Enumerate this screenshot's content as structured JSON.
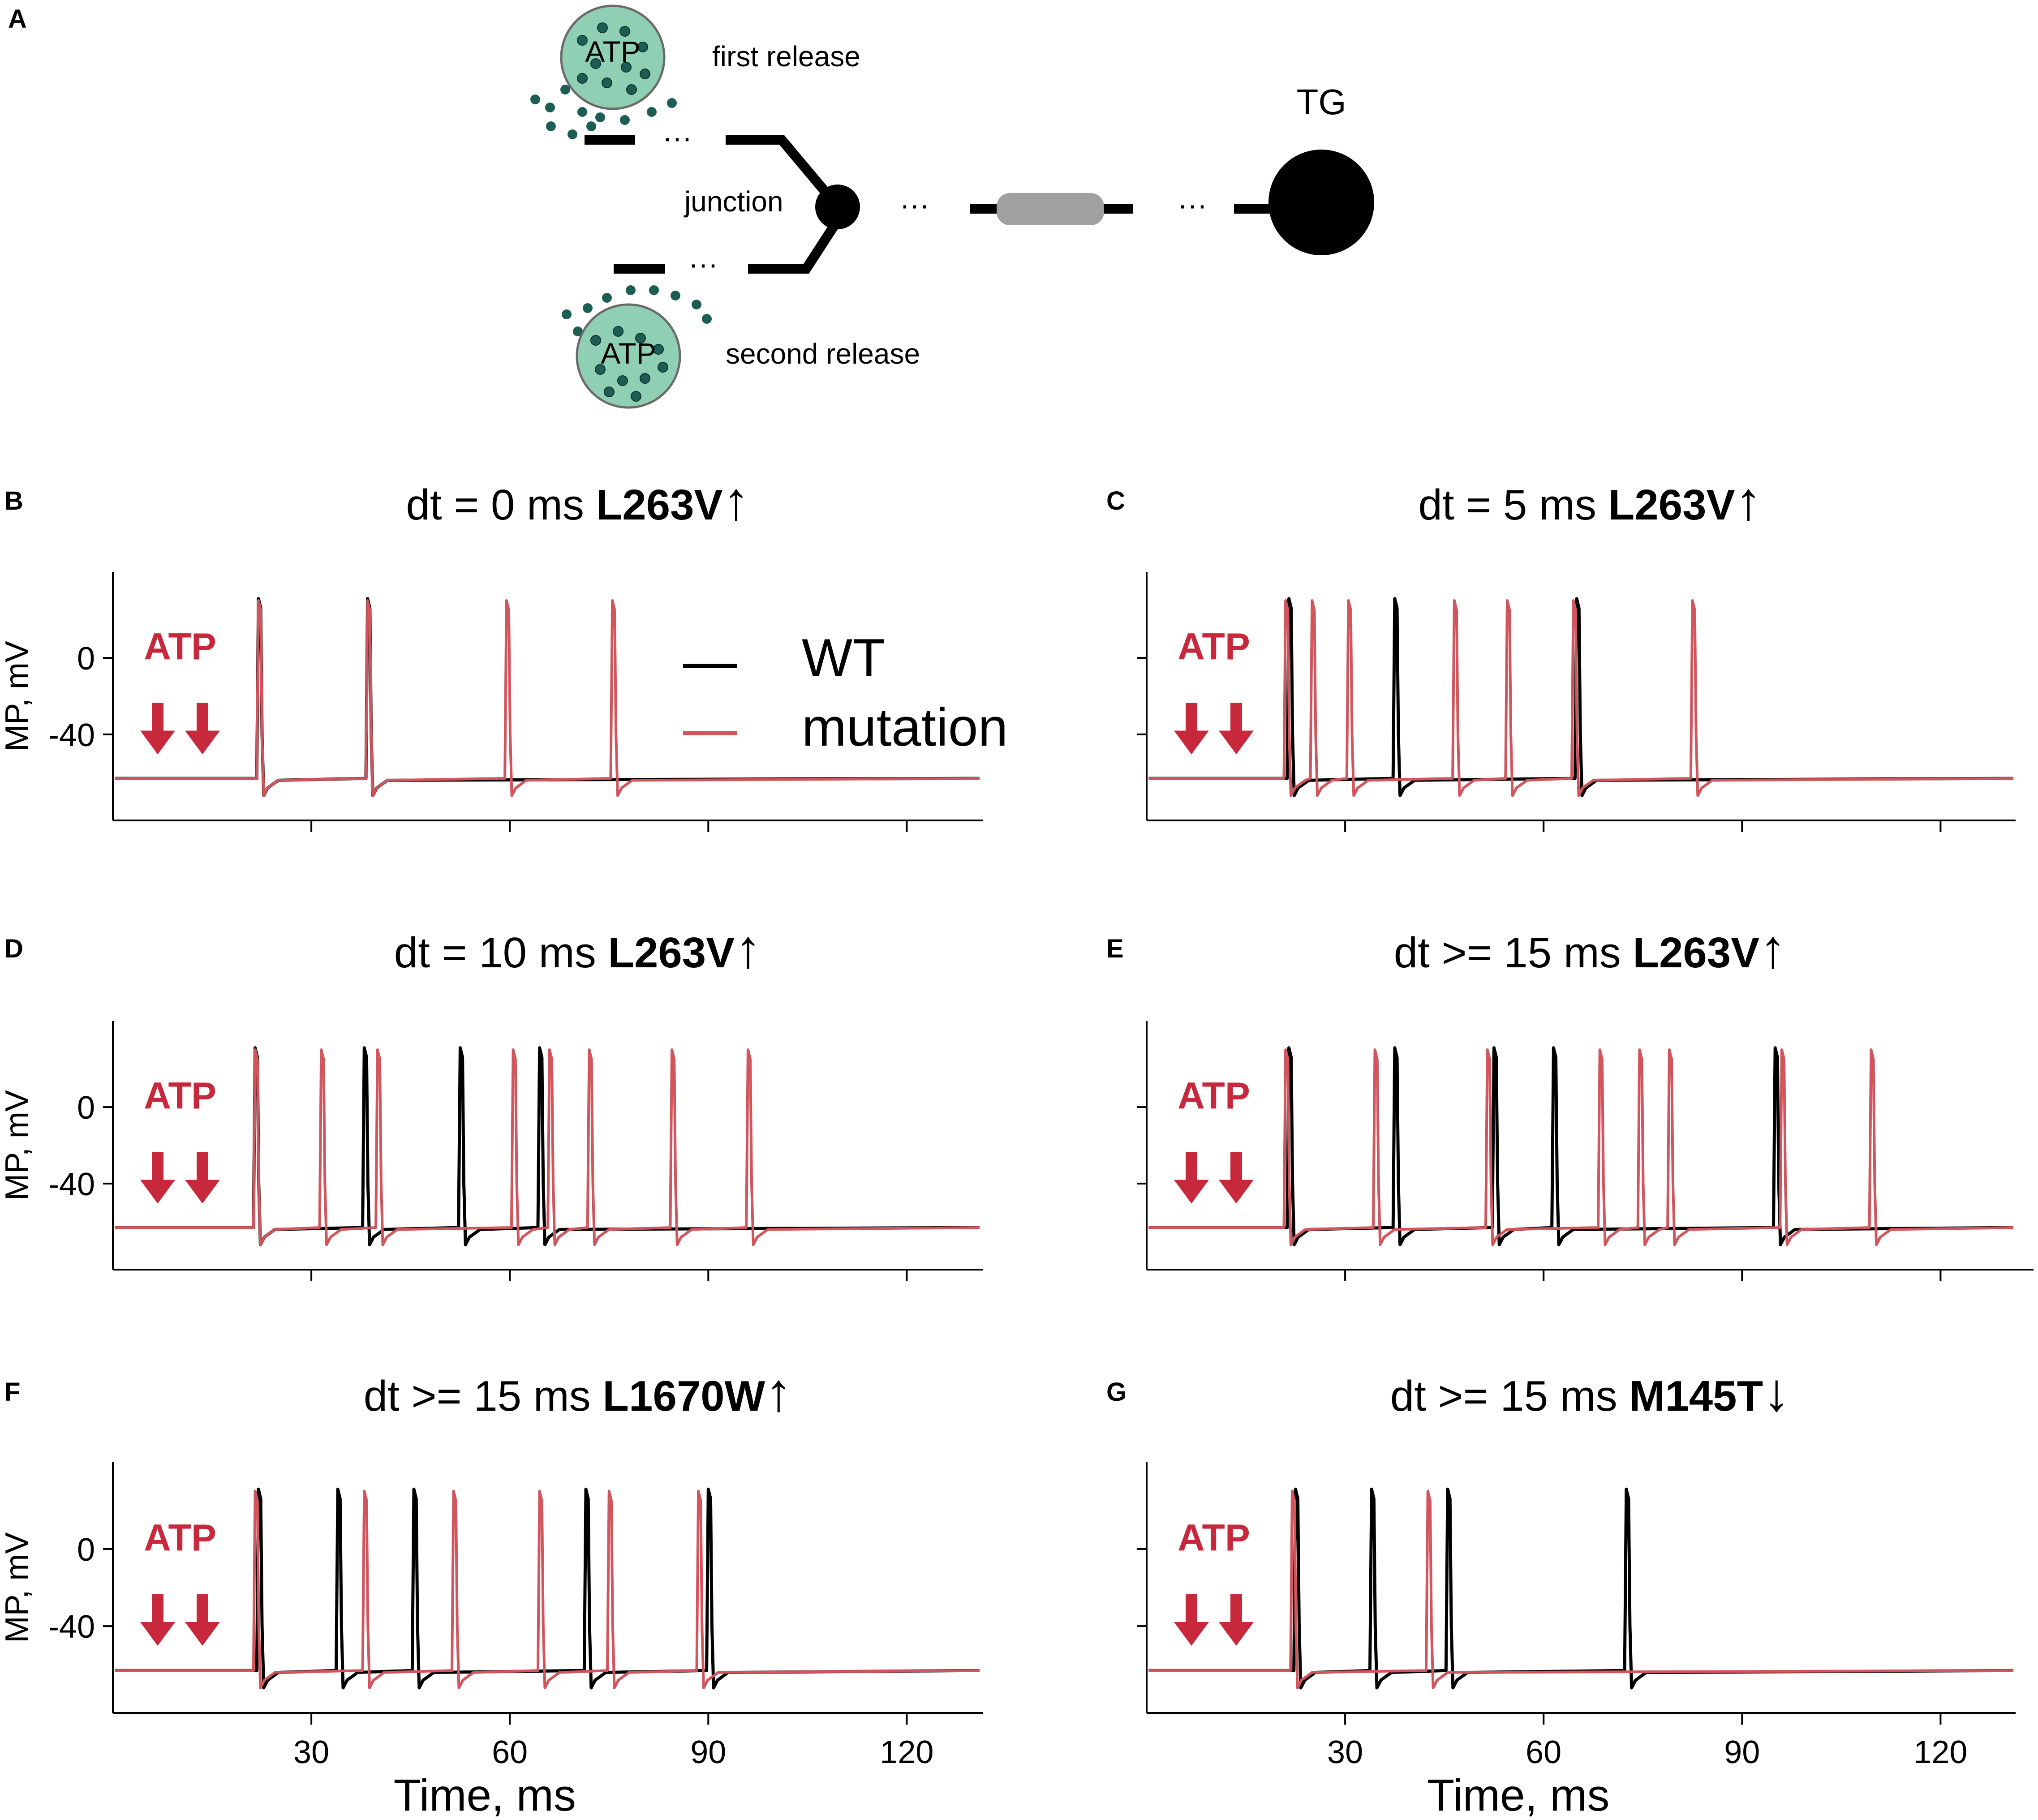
{
  "colors": {
    "wt": "#000000",
    "mutation": "#d0555d",
    "atp_marker": "#c8283c",
    "vesicle_fill": "#8fd0b4",
    "dots": "#1d5e54",
    "axon": "#a0a0a0"
  },
  "panel_a": {
    "letter": "A",
    "vesicle_label": "ATP",
    "first_release": "first release",
    "second_release": "second release",
    "junction": "junction",
    "tg": "TG",
    "ellipsis": "···"
  },
  "legend": {
    "wt": "WT",
    "mutation": "mutation"
  },
  "stim_label": "ATP",
  "chart_data": [
    {
      "panel": "B",
      "type": "line",
      "title": "dt = 0 ms",
      "mutation": "L263V",
      "arrow": "↑",
      "xlim": [
        0,
        132
      ],
      "ylim": [
        -85,
        45
      ],
      "yticks": [
        0,
        -40
      ],
      "ylabel": "MP, mV",
      "xticks": [
        30,
        60,
        90,
        120
      ],
      "xlabel": "",
      "xtick_labels": false,
      "series": [
        {
          "name": "WT",
          "spikes": [
            22,
            38.5
          ]
        },
        {
          "name": "mutation",
          "spikes": [
            22,
            38.5,
            59.5,
            75.5
          ]
        }
      ]
    },
    {
      "panel": "C",
      "type": "line",
      "title": "dt = 5 ms",
      "mutation": "L263V",
      "arrow": "↑",
      "xlim": [
        0,
        132
      ],
      "ylim": [
        -85,
        45
      ],
      "yticks": [
        0,
        -40
      ],
      "ylabel": "",
      "xticks": [
        30,
        60,
        90,
        120
      ],
      "xlabel": "",
      "xtick_labels": false,
      "series": [
        {
          "name": "WT",
          "spikes": [
            21.5,
            37.5,
            65
          ]
        },
        {
          "name": "mutation",
          "spikes": [
            21,
            25,
            30.5,
            46.5,
            54.5,
            64.5,
            82.5
          ]
        }
      ]
    },
    {
      "panel": "D",
      "type": "line",
      "title": "dt = 10 ms",
      "mutation": "L263V",
      "arrow": "↑",
      "xlim": [
        0,
        132
      ],
      "ylim": [
        -85,
        45
      ],
      "yticks": [
        0,
        -40
      ],
      "ylabel": "MP, mV",
      "xticks": [
        30,
        60,
        90,
        120
      ],
      "xlabel": "",
      "xtick_labels": false,
      "series": [
        {
          "name": "WT",
          "spikes": [
            21.5,
            38,
            52.5,
            64.5
          ]
        },
        {
          "name": "mutation",
          "spikes": [
            21.5,
            31.5,
            40,
            60.5,
            66,
            72,
            84.5,
            96
          ]
        }
      ]
    },
    {
      "panel": "E",
      "type": "line",
      "title": "dt >= 15 ms",
      "mutation": "L263V",
      "arrow": "↑",
      "xlim": [
        0,
        132
      ],
      "ylim": [
        -85,
        45
      ],
      "yticks": [
        0,
        -40
      ],
      "ylabel": "",
      "xticks": [
        30,
        60,
        90,
        120
      ],
      "xlabel": "",
      "xtick_labels": false,
      "series": [
        {
          "name": "WT",
          "spikes": [
            21.5,
            37.5,
            52.5,
            61.5,
            95
          ]
        },
        {
          "name": "mutation",
          "spikes": [
            21,
            34.5,
            51.5,
            68.5,
            74.5,
            79,
            96,
            109.5
          ]
        }
      ]
    },
    {
      "panel": "F",
      "type": "line",
      "title": "dt >= 15 ms",
      "mutation": "L1670W",
      "arrow": "↑",
      "xlim": [
        0,
        132
      ],
      "ylim": [
        -85,
        45
      ],
      "yticks": [
        0,
        -40
      ],
      "ylabel": "MP, mV",
      "xticks": [
        30,
        60,
        90,
        120
      ],
      "xlabel": "Time, ms",
      "xtick_labels": true,
      "series": [
        {
          "name": "WT",
          "spikes": [
            22,
            34,
            45.5,
            71.5,
            90
          ]
        },
        {
          "name": "mutation",
          "spikes": [
            21.5,
            38,
            51.5,
            64.5,
            75,
            88.5
          ]
        }
      ]
    },
    {
      "panel": "G",
      "type": "line",
      "title": "dt >= 15 ms",
      "mutation": "M145T",
      "arrow": "↓",
      "xlim": [
        0,
        132
      ],
      "ylim": [
        -85,
        45
      ],
      "yticks": [
        0,
        -40
      ],
      "ylabel": "",
      "xticks": [
        30,
        60,
        90,
        120
      ],
      "xlabel": "Time, ms",
      "xtick_labels": true,
      "series": [
        {
          "name": "WT",
          "spikes": [
            22.5,
            34,
            45.5,
            72.5
          ]
        },
        {
          "name": "mutation",
          "spikes": [
            22,
            42.5
          ]
        }
      ]
    }
  ]
}
